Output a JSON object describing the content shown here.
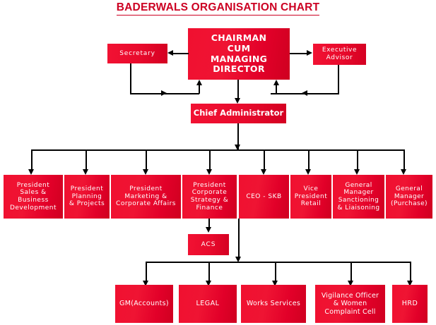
{
  "chart_data": {
    "type": "diagram",
    "title": "BADERWALS ORGANISATION CHART",
    "diagram_kind": "organisation-chart",
    "accent_color": "#cc0022",
    "node_fill_light": "#f21233",
    "node_fill_dark": "#cf0020",
    "node_text_color": "#ffffff",
    "connector_color": "#000000",
    "levels": [
      {
        "level": 1,
        "nodes": [
          "CHAIRMAN CUM MANAGING DIRECTOR"
        ]
      },
      {
        "level": 1.5,
        "nodes": [
          "Secretary",
          "Executive Advisor"
        ]
      },
      {
        "level": 2,
        "nodes": [
          "Chief Administrator"
        ]
      },
      {
        "level": 3,
        "nodes": [
          "President Sales & Business Development",
          "President Planning & Projects",
          "President Marketing & Corporate Affairs",
          "President Corporate Strategy & Finance",
          "CEO - SKB",
          "Vice President Retail",
          "General Manager Sanctioning & Liaisoning",
          "General Manager (Purchase)"
        ]
      },
      {
        "level": 4,
        "nodes": [
          "ACS"
        ]
      },
      {
        "level": 5,
        "nodes": [
          "GM(Accounts)",
          "LEGAL",
          "Works Services",
          "Vigilance Officer & Women Complaint Cell",
          "HRD"
        ]
      }
    ],
    "edges": [
      {
        "from": "CHAIRMAN CUM MANAGING DIRECTOR",
        "to": "Secretary",
        "direction": "left"
      },
      {
        "from": "CHAIRMAN CUM MANAGING DIRECTOR",
        "to": "Executive Advisor",
        "direction": "right"
      },
      {
        "from": "Secretary",
        "to": "CHAIRMAN CUM MANAGING DIRECTOR",
        "direction": "up"
      },
      {
        "from": "Executive Advisor",
        "to": "CHAIRMAN CUM MANAGING DIRECTOR",
        "direction": "up"
      },
      {
        "from": "CHAIRMAN CUM MANAGING DIRECTOR",
        "to": "Chief Administrator",
        "direction": "down"
      },
      {
        "from": "Chief Administrator",
        "to": "President Sales & Business Development",
        "direction": "down"
      },
      {
        "from": "Chief Administrator",
        "to": "President Planning & Projects",
        "direction": "down"
      },
      {
        "from": "Chief Administrator",
        "to": "President Marketing & Corporate Affairs",
        "direction": "down"
      },
      {
        "from": "Chief Administrator",
        "to": "President Corporate Strategy & Finance",
        "direction": "down"
      },
      {
        "from": "Chief Administrator",
        "to": "CEO - SKB",
        "direction": "down"
      },
      {
        "from": "Chief Administrator",
        "to": "Vice President Retail",
        "direction": "down"
      },
      {
        "from": "Chief Administrator",
        "to": "General Manager Sanctioning & Liaisoning",
        "direction": "down"
      },
      {
        "from": "Chief Administrator",
        "to": "General Manager (Purchase)",
        "direction": "down"
      },
      {
        "from": "President Corporate Strategy & Finance",
        "to": "ACS",
        "direction": "down"
      },
      {
        "from": "CEO - SKB",
        "to": "GM(Accounts)",
        "direction": "down"
      },
      {
        "from": "CEO - SKB",
        "to": "LEGAL",
        "direction": "down"
      },
      {
        "from": "CEO - SKB",
        "to": "Works Services",
        "direction": "down"
      },
      {
        "from": "CEO - SKB",
        "to": "Vigilance Officer & Women Complaint Cell",
        "direction": "down"
      },
      {
        "from": "CEO - SKB",
        "to": "HRD",
        "direction": "down"
      }
    ]
  },
  "title": "BADERWALS ORGANISATION CHART",
  "nodes": {
    "chairman": "CHAIRMAN\nCUM\nMANAGING\nDIRECTOR",
    "secretary": "Secretary",
    "executive_advisor": "Executive\nAdvisor",
    "chief_administrator": "Chief Administrator",
    "acs": "ACS"
  },
  "divisions": [
    {
      "id": "president-sales-business-development",
      "label": "President\nSales &\nBusiness\nDevelopment"
    },
    {
      "id": "president-planning-projects",
      "label": "President\nPlanning\n& Projects"
    },
    {
      "id": "president-marketing-corporate-affairs",
      "label": "President\nMarketing &\nCorporate Affairs"
    },
    {
      "id": "president-corporate-strategy-finance",
      "label": "President\nCorporate\nStrategy &\nFinance"
    },
    {
      "id": "ceo-skb",
      "label": "CEO - SKB"
    },
    {
      "id": "vice-president-retail",
      "label": "Vice\nPresident\nRetail"
    },
    {
      "id": "general-manager-sanctioning-liaisoning",
      "label": "General\nManager\nSanctioning\n& Liaisoning"
    },
    {
      "id": "general-manager-purchase",
      "label": "General\nManager\n(Purchase)"
    }
  ],
  "units": [
    {
      "id": "gm-accounts",
      "label": "GM(Accounts)"
    },
    {
      "id": "legal",
      "label": "LEGAL"
    },
    {
      "id": "works-services",
      "label": "Works Services"
    },
    {
      "id": "vigilance-officer-women-complaint-cell",
      "label": "Vigilance Officer\n& Women\nComplaint Cell"
    },
    {
      "id": "hrd",
      "label": "HRD"
    }
  ]
}
